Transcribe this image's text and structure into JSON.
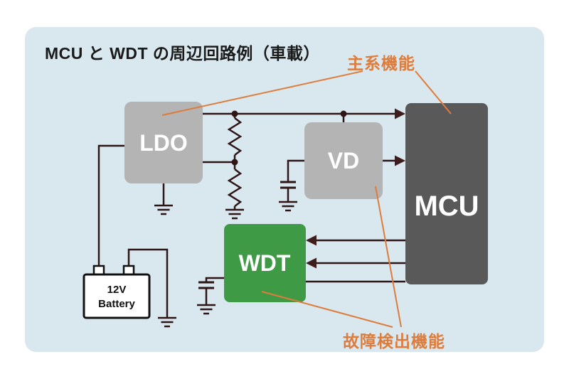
{
  "title": "MCU と WDT の周辺回路例（車載）",
  "annotations": {
    "main_system": "主系機能",
    "fault_detection": "故障検出機能"
  },
  "components": {
    "ldo": "LDO",
    "vd": "VD",
    "mcu": "MCU",
    "wdt": "WDT",
    "battery": {
      "line1": "12V",
      "line2": "Battery"
    }
  },
  "colors": {
    "panel_bg": "#d9e7ef",
    "box_gray": "#b4b4b4",
    "box_dark": "#595959",
    "box_green": "#3f9a45",
    "wire": "#2e1616",
    "arrow": "#401d1d",
    "accent_orange": "#dd7c3b",
    "ink": "#1a1a1a"
  }
}
